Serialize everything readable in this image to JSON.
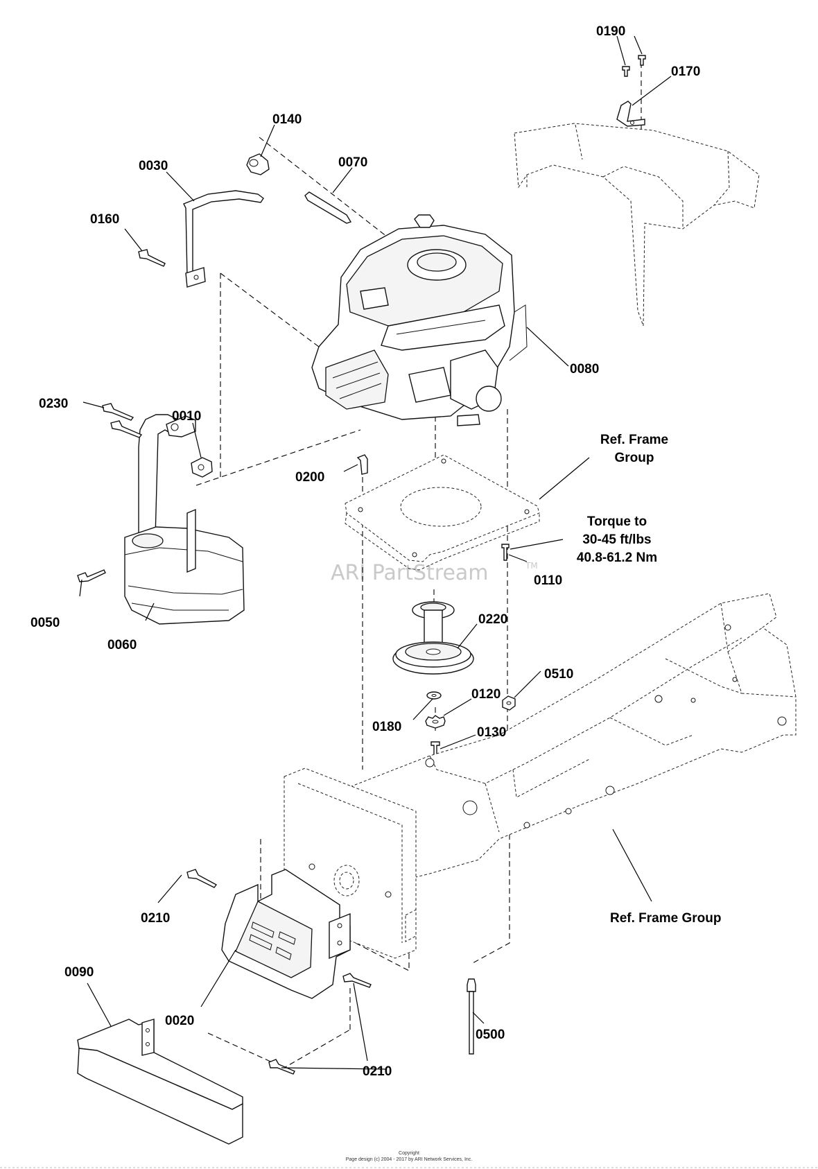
{
  "watermark": {
    "text": "ARI PartStream",
    "trademark": "TM"
  },
  "callouts": {
    "p0190": "0190",
    "p0170": "0170",
    "p0140": "0140",
    "p0070": "0070",
    "p0030": "0030",
    "p0160": "0160",
    "p0080": "0080",
    "p0230": "0230",
    "p0010": "0010",
    "p0200": "0200",
    "ref_frame_group_top_1": "Ref. Frame",
    "ref_frame_group_top_2": "Group",
    "torque_1": "Torque to",
    "torque_2": "30-45 ft/lbs",
    "torque_3": "40.8-61.2 Nm",
    "p0110": "0110",
    "p0050": "0050",
    "p0060": "0060",
    "p0220": "0220",
    "p0510": "0510",
    "p0120": "0120",
    "p0180": "0180",
    "p0130": "0130",
    "ref_frame_group_bottom": "Ref. Frame Group",
    "p0210_upper": "0210",
    "p0090": "0090",
    "p0020": "0020",
    "p0500": "0500",
    "p0210_lower": "0210"
  },
  "footer": {
    "line1": "Copyright",
    "line2": "Page design (c) 2004 - 2017 by ARI Network Services, Inc."
  }
}
